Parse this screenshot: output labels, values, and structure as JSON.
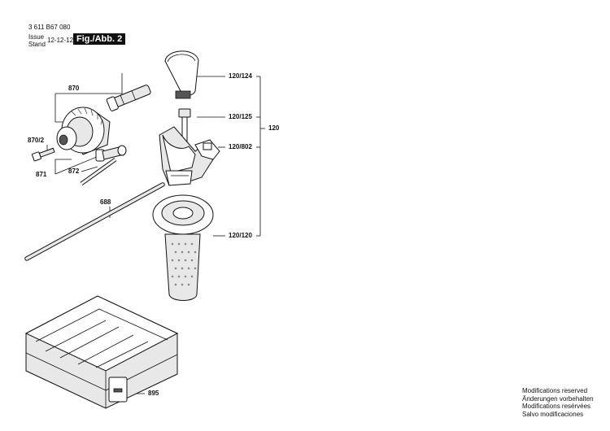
{
  "header": {
    "part_number": "3 611 B67 080",
    "issue_label": "Issue",
    "stand_label": "Stand",
    "issue_date": "12-12-12",
    "figure_label": "Fig./Abb. 2"
  },
  "callouts": {
    "c870": "870",
    "c870_2": "870/2",
    "c871": "871",
    "c872": "872",
    "c688": "688",
    "c120_124": "120/124",
    "c120_125": "120/125",
    "c120_802": "120/802",
    "c120_120": "120/120",
    "c120": "120",
    "c895": "895"
  },
  "notes": [
    "Modifications reserved",
    "Änderungen vorbehalten",
    "Modifications resérvées",
    "Salvo modificaciones"
  ]
}
